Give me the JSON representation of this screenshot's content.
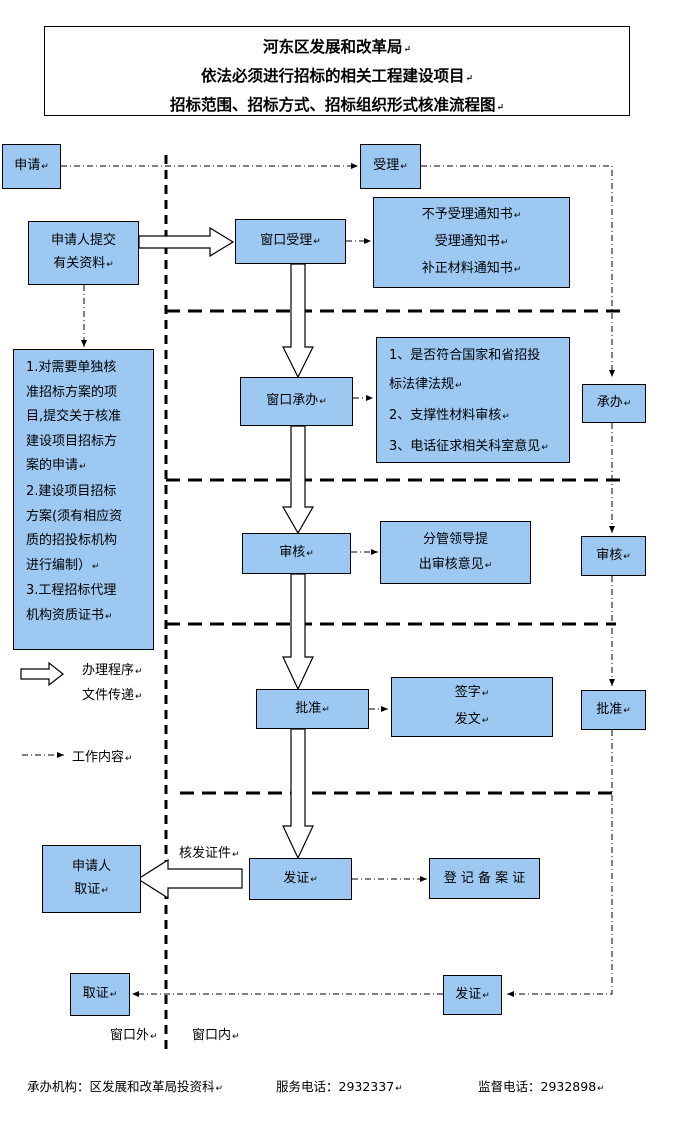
{
  "title": {
    "line1": "河东区发展和改革局",
    "line2": "依法必须进行招标的相关工程建设项目",
    "line3": "招标范围、招标方式、招标组织形式核准流程图"
  },
  "outside_column": {
    "apply": "申请",
    "submit_line1": "申请人提交",
    "submit_line2": "有关资料",
    "materials": [
      "1.对需要单独核",
      "准招标方案的项",
      "目,提交关于核准",
      "建设项目招标方",
      "案的申请",
      "2.建设项目招标",
      "方案(须有相应资",
      "质的招投标机构",
      "进行编制）",
      "3.工程招标代理",
      "机构资质证书"
    ],
    "collect_line1": "申请人",
    "collect_line2": "取证",
    "collect_cert": "取证"
  },
  "legend": {
    "procedure": "办理程序",
    "doc_transfer": "文件传递",
    "work_content": "工作内容"
  },
  "main_flow": {
    "window_accept": "窗口受理",
    "window_handle": "窗口承办",
    "review": "审核",
    "approve": "批准",
    "issue": "发证",
    "issue_arrow_label": "核发证件"
  },
  "work_content": {
    "accept_notices": [
      "不予受理通知书",
      "受理通知书",
      "补正材料通知书"
    ],
    "handle_items": [
      "1、是否符合国家和省招投",
      "标法律法规",
      "2、支撑性材料审核",
      "3、电话征求相关科室意见"
    ],
    "review_items": [
      "分管领导提",
      "出审核意见"
    ],
    "approve_items": [
      "签字",
      "发文"
    ],
    "issue_item": "登 记 备 案 证"
  },
  "right_column": {
    "accept": "受理",
    "handle": "承办",
    "review": "审核",
    "approve": "批准",
    "issue": "发证"
  },
  "zones": {
    "outside": "窗口外",
    "inside": "窗口内"
  },
  "footer": {
    "org": "承办机构：区发展和改革局投资科",
    "service_phone": "服务电话：2932337",
    "supervise_phone": "监督电话：2932898"
  }
}
